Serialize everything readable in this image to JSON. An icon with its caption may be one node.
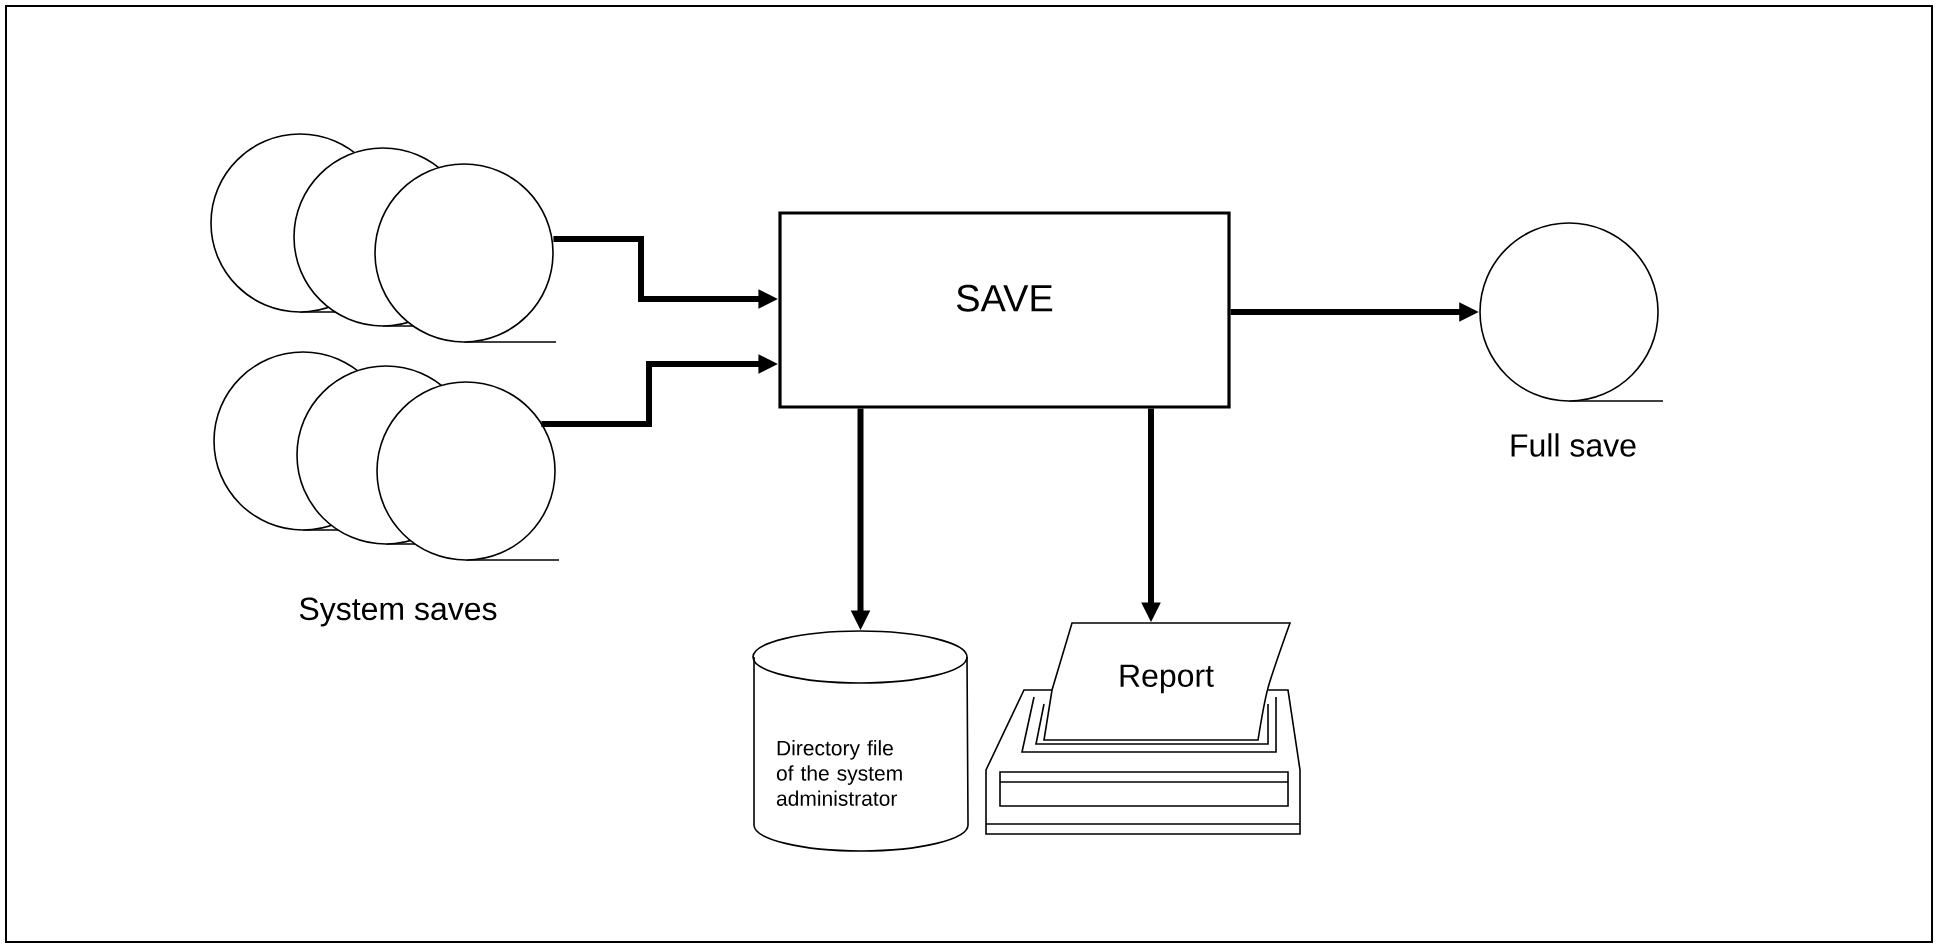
{
  "diagram": {
    "nodes": [
      {
        "text": [],
        "shape": "picture"
      },
      {
        "text": [],
        "shape": "picture"
      },
      {
        "text": [
          "SAVE"
        ]
      },
      {
        "text": [
          "Full save"
        ]
      },
      {
        "text": [
          "Directory file of the system administrator"
        ]
      },
      {
        "text": [
          "Report"
        ]
      }
    ],
    "edges": [
      {
        "from": 0,
        "to": 2,
        "arrow": "to"
      },
      {
        "from": 1,
        "to": 2,
        "arrow": "to"
      },
      {
        "from": 2,
        "to": 3,
        "arrow": "to"
      },
      {
        "from": 2,
        "to": 4,
        "arrow": "to"
      },
      {
        "from": 2,
        "to": 5,
        "arrow": "to"
      }
    ],
    "labels": [
      "System saves"
    ]
  }
}
